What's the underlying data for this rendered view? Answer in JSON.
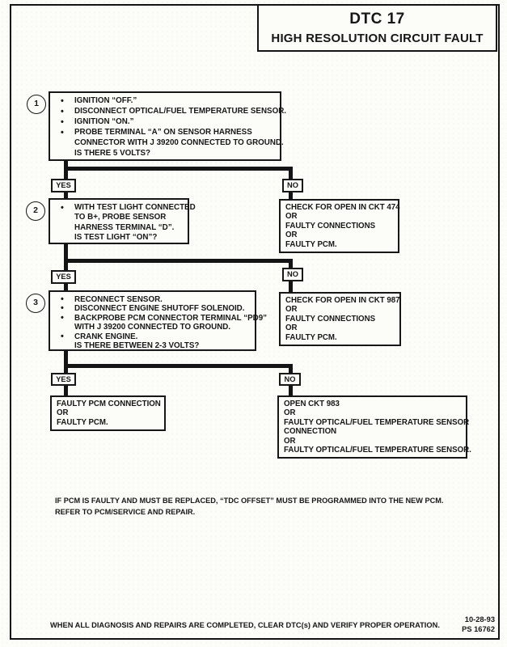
{
  "colors": {
    "paper": "#fcfcf8",
    "ink": "#171717"
  },
  "header": {
    "dtc_code": "DTC 17",
    "title": "HIGH RESOLUTION CIRCUIT FAULT"
  },
  "labels": {
    "yes": "YES",
    "no": "NO"
  },
  "steps": [
    {
      "num": "1",
      "lines": [
        {
          "b": 1,
          "t": "IGNITION “OFF.”"
        },
        {
          "b": 1,
          "t": "DISCONNECT OPTICAL/FUEL TEMPERATURE SENSOR."
        },
        {
          "b": 1,
          "t": "IGNITION “ON.”"
        },
        {
          "b": 1,
          "t": "PROBE TERMINAL “A” ON SENSOR HARNESS"
        },
        {
          "b": 0,
          "t": "CONNECTOR WITH J 39200 CONNECTED TO GROUND."
        },
        {
          "b": 0,
          "t": "IS THERE 5 VOLTS?"
        }
      ]
    },
    {
      "num": "2",
      "lines": [
        {
          "b": 1,
          "t": "WITH TEST LIGHT CONNECTED"
        },
        {
          "b": 0,
          "t": "TO B+, PROBE SENSOR"
        },
        {
          "b": 0,
          "t": "HARNESS TERMINAL “D”."
        },
        {
          "b": 0,
          "t": "IS TEST LIGHT “ON”?"
        }
      ]
    },
    {
      "num": "3",
      "lines": [
        {
          "b": 1,
          "t": "RECONNECT SENSOR."
        },
        {
          "b": 1,
          "t": "DISCONNECT ENGINE SHUTOFF SOLENOID."
        },
        {
          "b": 1,
          "t": "BACKPROBE PCM CONNECTOR TERMINAL “PD9”"
        },
        {
          "b": 0,
          "t": "WITH J 39200 CONNECTED TO GROUND."
        },
        {
          "b": 1,
          "t": "CRANK ENGINE."
        },
        {
          "b": 0,
          "t": "IS THERE BETWEEN 2-3 VOLTS?"
        }
      ]
    }
  ],
  "results": {
    "no1": {
      "lines": [
        "CHECK FOR OPEN IN CKT 474",
        "OR",
        "FAULTY CONNECTIONS",
        "OR",
        "FAULTY PCM."
      ]
    },
    "no2": {
      "lines": [
        "CHECK FOR OPEN IN CKT 987",
        "OR",
        "FAULTY CONNECTIONS",
        "OR",
        "FAULTY PCM."
      ]
    },
    "yes3": {
      "lines": [
        "FAULTY PCM CONNECTION",
        "OR",
        "FAULTY PCM."
      ]
    },
    "no3": {
      "lines": [
        "OPEN CKT 983",
        "OR",
        "FAULTY OPTICAL/FUEL TEMPERATURE SENSOR",
        "CONNECTION",
        "OR",
        "FAULTY OPTICAL/FUEL TEMPERATURE SENSOR."
      ]
    }
  },
  "footer": {
    "note_line1": "IF PCM IS FAULTY AND MUST BE REPLACED, “TDC OFFSET” MUST BE PROGRAMMED INTO THE NEW PCM.",
    "note_line2": "REFER TO PCM/SERVICE AND REPAIR.",
    "bottom_text": "WHEN ALL DIAGNOSIS AND REPAIRS ARE COMPLETED, CLEAR DTC(s) AND VERIFY PROPER OPERATION.",
    "date": "10-28-93",
    "doc_number": "PS 16762"
  }
}
